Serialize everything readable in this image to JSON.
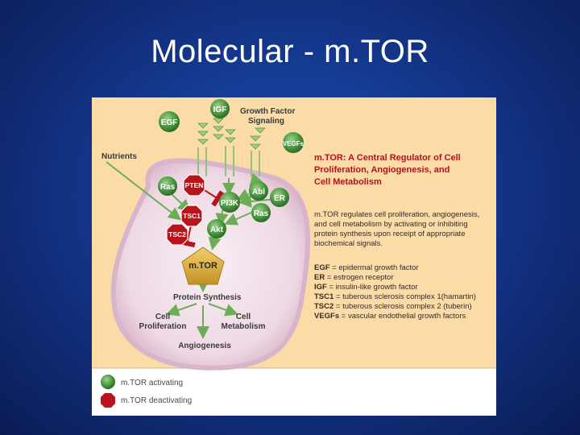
{
  "slide": {
    "title": "Molecular - m.TOR"
  },
  "diagram": {
    "growth_factor_signaling": "Growth Factor Signaling",
    "growth_factor_line1": "Growth Factor",
    "growth_factor_line2": "Signaling",
    "nutrients": "Nutrients",
    "nodes": {
      "igf": "IGF",
      "egf": "EGF",
      "vegfs": "VEGFs",
      "ras_left": "Ras",
      "pten": "PTEN",
      "pi3k": "PI3K",
      "abl": "Abl",
      "er": "ER",
      "ras_right": "Ras",
      "tsc1": "TSC1",
      "tsc2": "TSC2",
      "akt": "Akt",
      "mtor": "m.TOR"
    },
    "outputs": {
      "protein_synthesis": "Protein Synthesis",
      "cell_proliferation_1": "Cell",
      "cell_proliferation_2": "Proliferation",
      "cell_metabolism_1": "Cell",
      "cell_metabolism_2": "Metabolism",
      "angiogenesis": "Angiogenesis"
    },
    "right_text": {
      "title_lines": [
        "m.TOR: A Central Regulator of Cell",
        "Proliferation, Angiogenesis, and",
        "Cell Metabolism"
      ],
      "body_lines": [
        "m.TOR regulates cell proliferation, angiogenesis,",
        "and cell metabolism by activating or inhibiting",
        "protein synthesis upon receipt of appropriate",
        "biochemical signals."
      ],
      "abbreviations": [
        {
          "abbr": "EGF",
          "def": " = epidermal growth factor"
        },
        {
          "abbr": "ER",
          "def": " = estrogen receptor"
        },
        {
          "abbr": "IGF",
          "def": " = insulin-like growth factor"
        },
        {
          "abbr": "TSC1",
          "def": " = tuberous sclerosis complex 1(hamartin)"
        },
        {
          "abbr": "TSC2",
          "def": " = tuberous sclerosis complex 2 (tuberin)"
        },
        {
          "abbr": "VEGFs",
          "def": " = vascular endothelial growth factors"
        }
      ]
    },
    "legend": {
      "activating": "m.TOR activating",
      "deactivating": "m.TOR deactivating"
    },
    "colors": {
      "activating_green": "#3f8f3a",
      "deactivating_red": "#b8141b",
      "mtor_gold": "#d4a63a",
      "panel_bg": "#fbdba6",
      "cell_fill": "#efd9e6"
    }
  }
}
